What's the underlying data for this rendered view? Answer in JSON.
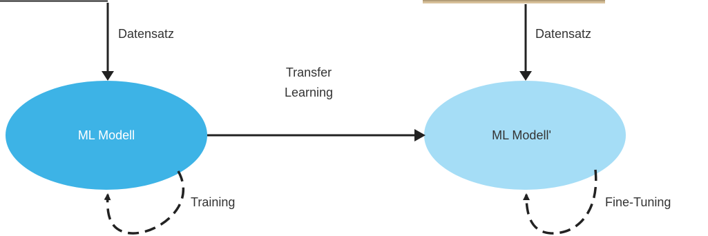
{
  "colors": {
    "left_ellipse_fill": "#3DB3E6",
    "right_ellipse_fill": "#A5DDF6",
    "line": "#222222",
    "text_dark": "#333333",
    "text_light": "#FFFFFF",
    "image_fill": "#D7C09A"
  },
  "left": {
    "dataset_label": "Datensatz",
    "model_label": "ML Modell",
    "loop_label": "Training"
  },
  "right": {
    "dataset_label": "Datensatz",
    "model_label": "ML Modell'",
    "loop_label": "Fine-Tuning"
  },
  "transfer": {
    "line1": "Transfer",
    "line2": "Learning"
  }
}
